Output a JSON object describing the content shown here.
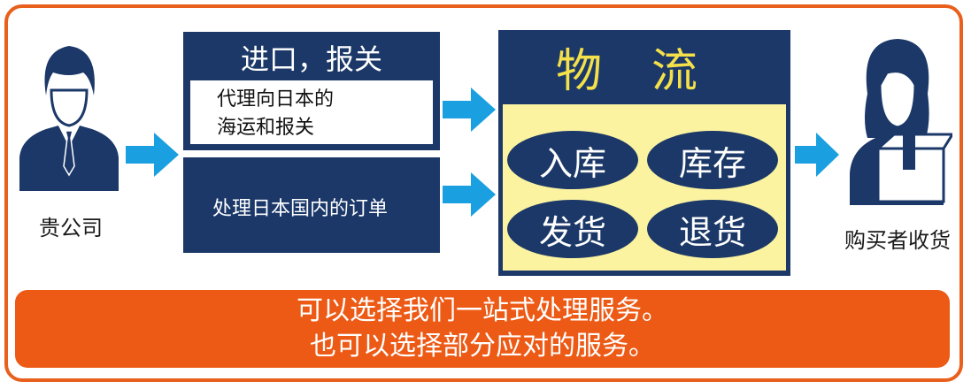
{
  "left_party": {
    "label": "贵公司"
  },
  "right_party": {
    "label": "购买者收货"
  },
  "import_box": {
    "title": "进口，报关",
    "line1": "代理向日本的",
    "line2": "海运和报关"
  },
  "order_box": {
    "text": "处理日本国内的订单"
  },
  "logistics": {
    "title": "物　流",
    "items": [
      "入库",
      "库存",
      "发货",
      "退货"
    ]
  },
  "banner": {
    "line1": "可以选择我们一站式处理服务。",
    "line2": "也可以选择部分应对的服务。"
  },
  "colors": {
    "accent_orange": "#ec5a16",
    "navy": "#1b3868",
    "arrow_blue": "#1aa0e0",
    "panel_yellow": "#fbf3a0",
    "title_yellow": "#f3e04a"
  },
  "icons": [
    "businessman-icon",
    "woman-with-package-icon",
    "arrow-right-icon"
  ]
}
